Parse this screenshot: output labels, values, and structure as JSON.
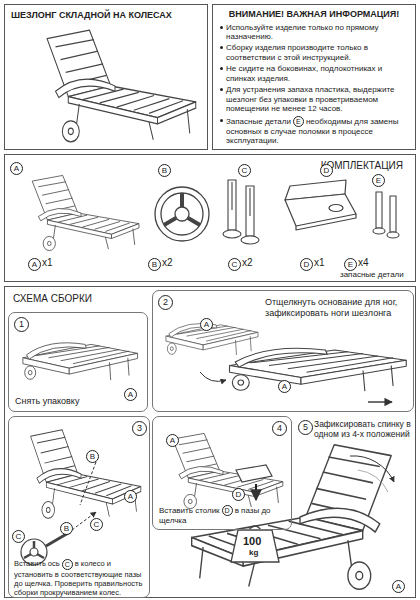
{
  "diagram": {
    "nodes": [
      {
        "text": [
          "ШЕЗЛОНГ СКЛАДНОЙ НА КОЛЕСАХ"
        ]
      },
      {
        "text": [
          "ВНИМАНИЕ! ВАЖНАЯ ИНФОРМАЦИЯ!",
          "Используйте изделие только по прямому назначению.",
          "Сборку изделия производите только в соответствии с этой инструкцией.",
          "Не сидите на боковинах, подлокотниках и спинках изделия.",
          "Для устранения запаха пластика, выдержите шезлонг без упаковки в проветриваемом помещении не менее 12 часов.",
          "Запасные детали",
          "E",
          "необходимы для замены основных в случае поломки в процессе эксплуатации."
        ]
      },
      {
        "text": [
          "КОМПЛЕКТАЦИЯ"
        ]
      },
      {
        "text": [
          "СХЕМА СБОРКИ"
        ]
      },
      {
        "text": [
          "Снять упаковку"
        ],
        "in": 3
      },
      {
        "text": [
          "Отщелкнуть основание для ног, зафиксировать ноги шезлонга"
        ],
        "in": 3
      },
      {
        "text": [
          "Вставить ось",
          "C",
          "в колесо и установить в соответствующие пазы до щелчка. Проверить правильность сборки прокручиванием колес."
        ],
        "in": 3
      },
      {
        "text": [
          "Вставить столик",
          "D",
          "в пазы до щелчка"
        ],
        "in": 3
      }
    ],
    "labels": [
      "A",
      "A",
      "x1",
      "B",
      "B",
      "x2",
      "C",
      "C",
      "x2",
      "D",
      "D",
      "x1",
      "E",
      "E",
      "x4",
      "запасные детали",
      "1",
      "A",
      "2",
      "A",
      "A",
      "3",
      "B",
      "A",
      "C",
      "B",
      "C",
      "4",
      "A",
      "D",
      "5",
      "Зафиксировать спинку в одном из 4-х положений",
      "100",
      "kg",
      "A"
    ]
  }
}
